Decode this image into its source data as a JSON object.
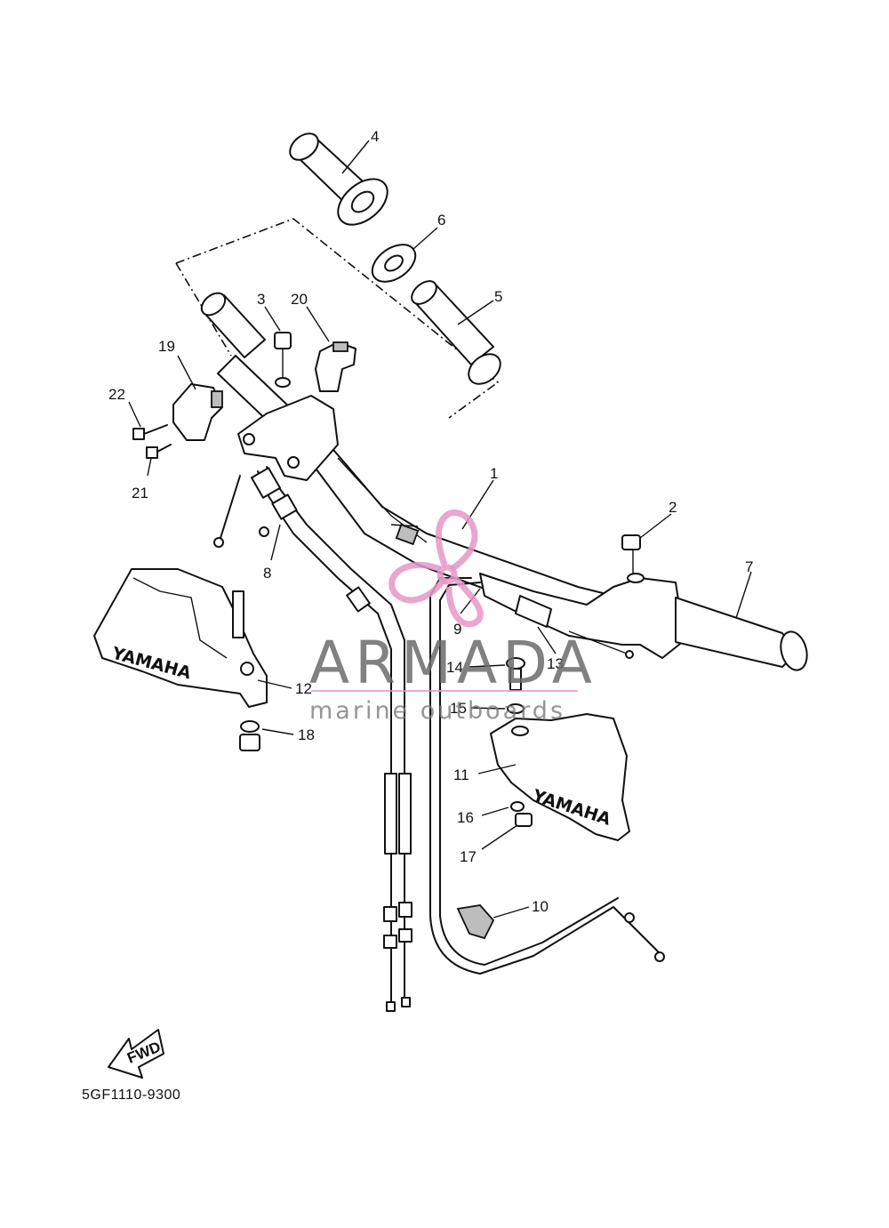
{
  "diagram": {
    "part_code": "5GF1110-9300",
    "fwd_label": "FWD",
    "brand_mark": "YAMAHA",
    "callouts": [
      "1",
      "2",
      "3",
      "4",
      "5",
      "6",
      "7",
      "8",
      "9",
      "10",
      "11",
      "12",
      "13",
      "14",
      "15",
      "16",
      "17",
      "18",
      "19",
      "20",
      "21",
      "22"
    ]
  },
  "watermark": {
    "title": "ARMADA",
    "subtitle": "marine outboards",
    "logo_color": "#e597c6"
  }
}
